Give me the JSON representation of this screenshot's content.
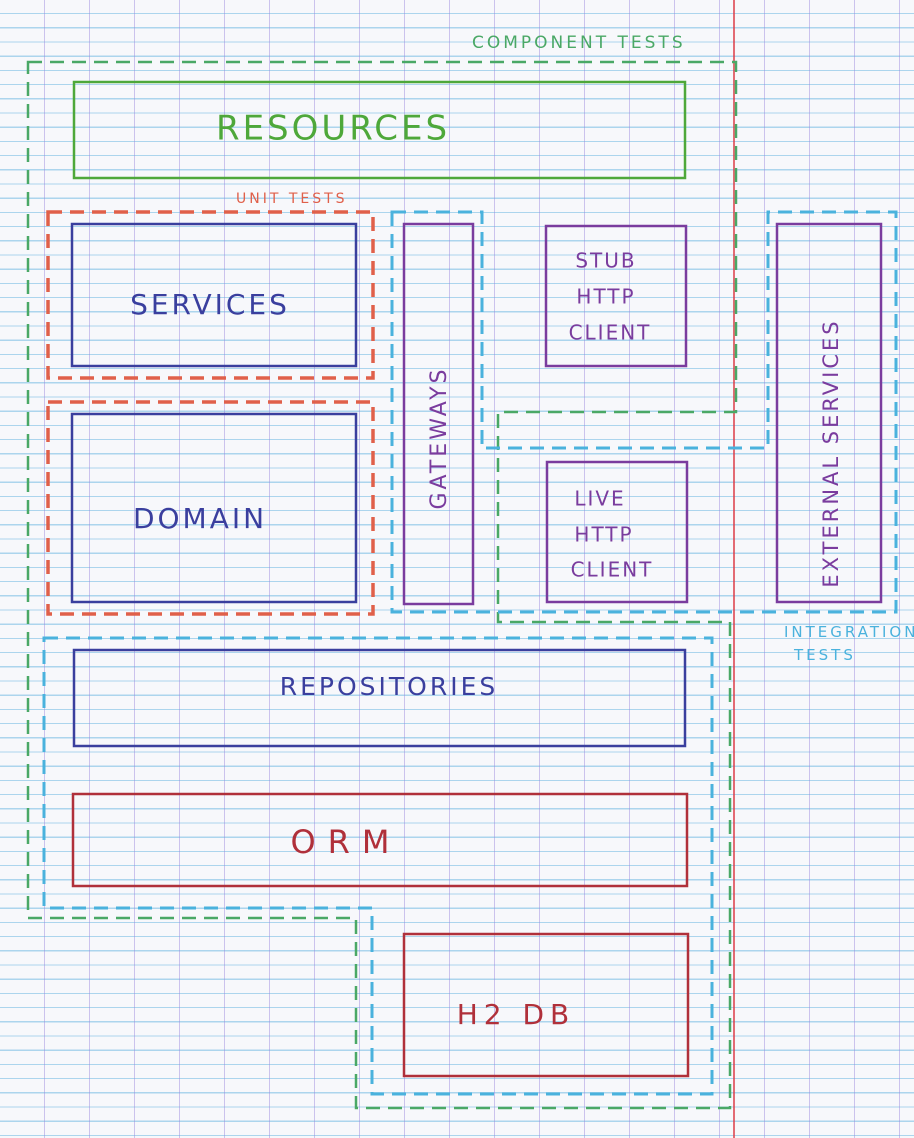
{
  "diagram": {
    "groups": {
      "component_tests": "COMPONENT TESTS",
      "unit_tests": "UNIT TESTS",
      "integration_tests_line1": "INTEGRATION",
      "integration_tests_line2": "TESTS"
    },
    "boxes": {
      "resources": "RESOURCES",
      "services": "SERVICES",
      "domain": "DOMAIN",
      "gateways": "GATEWAYS",
      "stub_http_client": [
        "STUB",
        "HTTP",
        "CLIENT"
      ],
      "live_http_client": [
        "LIVE",
        "HTTP",
        "CLIENT"
      ],
      "external_services": "EXTERNAL SERVICES",
      "repositories": "REPOSITORIES",
      "orm": "ORM",
      "h2_db": "H2 DB"
    },
    "colors": {
      "component_tests": "#4aa866",
      "unit_tests": "#e0604a",
      "integration_tests": "#4ab2dd",
      "resources": "#4ea83a",
      "layer": "#3a3f9e",
      "clients": "#7a3c9e",
      "persistence": "#b0303a"
    }
  }
}
